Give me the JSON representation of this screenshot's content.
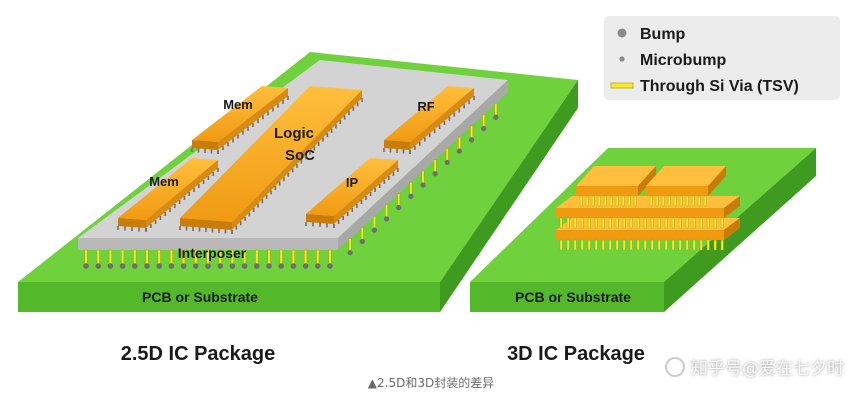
{
  "legend": {
    "items": [
      {
        "label": "Bump",
        "symbol": "bump-dot"
      },
      {
        "label": "Microbump",
        "symbol": "microbump-dot"
      },
      {
        "label": "Through Si Via (TSV)",
        "symbol": "tsv-bar"
      }
    ]
  },
  "package_25d": {
    "substrate_label": "PCB or Substrate",
    "interposer_label": "Interposer",
    "chips": {
      "mem_top": "Mem",
      "mem_bottom": "Mem",
      "logic_line1": "Logic",
      "logic_line2": "SoC",
      "rf": "RF",
      "ip": "IP"
    },
    "title": "2.5D IC Package"
  },
  "package_3d": {
    "substrate_label": "PCB or Substrate",
    "title": "3D IC Package"
  },
  "caption": "▲2.5D和3D封装的差异",
  "watermark": "知乎号@爱在七夕时",
  "colors": {
    "pcb_green": "#64c832",
    "pcb_green_dark": "#3c9a1e",
    "interposer_gray": "#c8c8c8",
    "chip_orange": "#f6a31c",
    "chip_orange_dark": "#c87d0a",
    "tsv_yellow": "#f4ea2a",
    "legend_bg": "#eeeeee"
  }
}
